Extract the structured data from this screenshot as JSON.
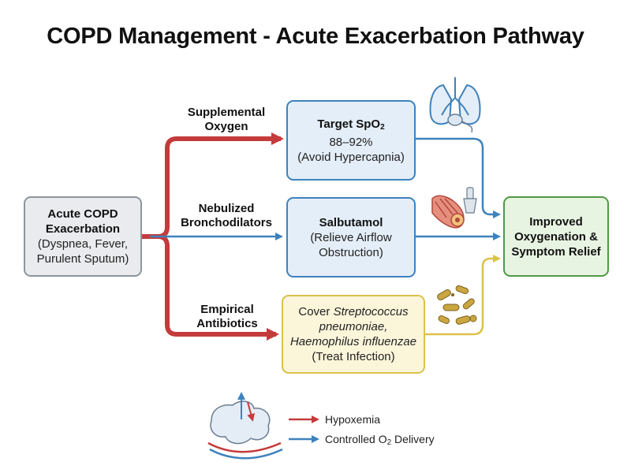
{
  "title": "COPD Management - Acute Exacerbation Pathway",
  "colors": {
    "red": "#c43b3b",
    "blue": "#3e82bd",
    "yellow": "#dcc24a",
    "green": "#4f9a45",
    "gray": "#8e959d"
  },
  "start": {
    "line1": "Acute COPD",
    "line2": "Exacerbation",
    "line3": "(Dyspnea, Fever,",
    "line4": "Purulent Sputum)"
  },
  "branches": {
    "oxygen": {
      "label1": "Supplemental",
      "label2": "Oxygen",
      "title_main": "Target SpO",
      "title_sub": "2",
      "line2": "88–92%",
      "line3": "(Avoid Hypercapnia)",
      "icon": "lungs-oxygen-mask-icon"
    },
    "bronchodilators": {
      "label1": "Nebulized",
      "label2": "Bronchodilators",
      "title": "Salbutamol",
      "line2": "(Relieve Airflow",
      "line3": "Obstruction)",
      "icon": "airway-nebulizer-icon"
    },
    "antibiotics": {
      "label1": "Empirical",
      "label2": "Antibiotics",
      "line1_plain": "Cover ",
      "line1_italic": "Streptococcus",
      "line2_italic": "pneumoniae,",
      "line3_italic": "Haemophilus influenzae",
      "line4": "(Treat Infection)",
      "icon": "bacteria-icon"
    }
  },
  "outcome": {
    "line1": "Improved",
    "line2": "Oxygenation &",
    "line3": "Symptom Relief"
  },
  "legend": {
    "hypoxemia": "Hypoxemia",
    "o2_main": "Controlled O",
    "o2_sub": "2",
    "o2_tail": " Delivery",
    "icon": "alveolus-capillary-icon"
  }
}
